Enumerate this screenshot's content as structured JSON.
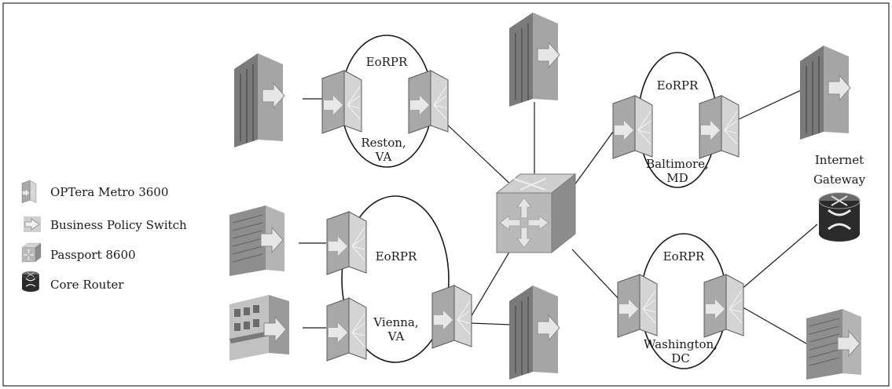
{
  "legend": {
    "items": [
      {
        "icon": "optera-metro-icon",
        "label": "OPTera Metro 3600"
      },
      {
        "icon": "business-policy-switch-icon",
        "label": "Business Policy Switch"
      },
      {
        "icon": "passport-8600-icon",
        "label": "Passport 8600"
      },
      {
        "icon": "core-router-icon",
        "label": "Core Router"
      }
    ]
  },
  "rings": {
    "reston": {
      "protocol": "EoRPR",
      "location_line1": "Reston,",
      "location_line2": "VA"
    },
    "baltimore": {
      "protocol": "EoRPR",
      "location_line1": "Baltimore,",
      "location_line2": "MD"
    },
    "vienna": {
      "protocol": "EoRPR",
      "location_line1": "Vienna,",
      "location_line2": "VA"
    },
    "washington": {
      "protocol": "EoRPR",
      "location_line1": "Washington,",
      "location_line2": "DC"
    }
  },
  "gateway": {
    "line1": "Internet",
    "line2": "Gateway"
  },
  "colors": {
    "device_light": "#bdbdbd",
    "device_mid": "#969696",
    "device_dark": "#6e6e6e",
    "building": "#8c8c8c",
    "router": "#2b2b2b",
    "line": "#1a1a1a"
  }
}
